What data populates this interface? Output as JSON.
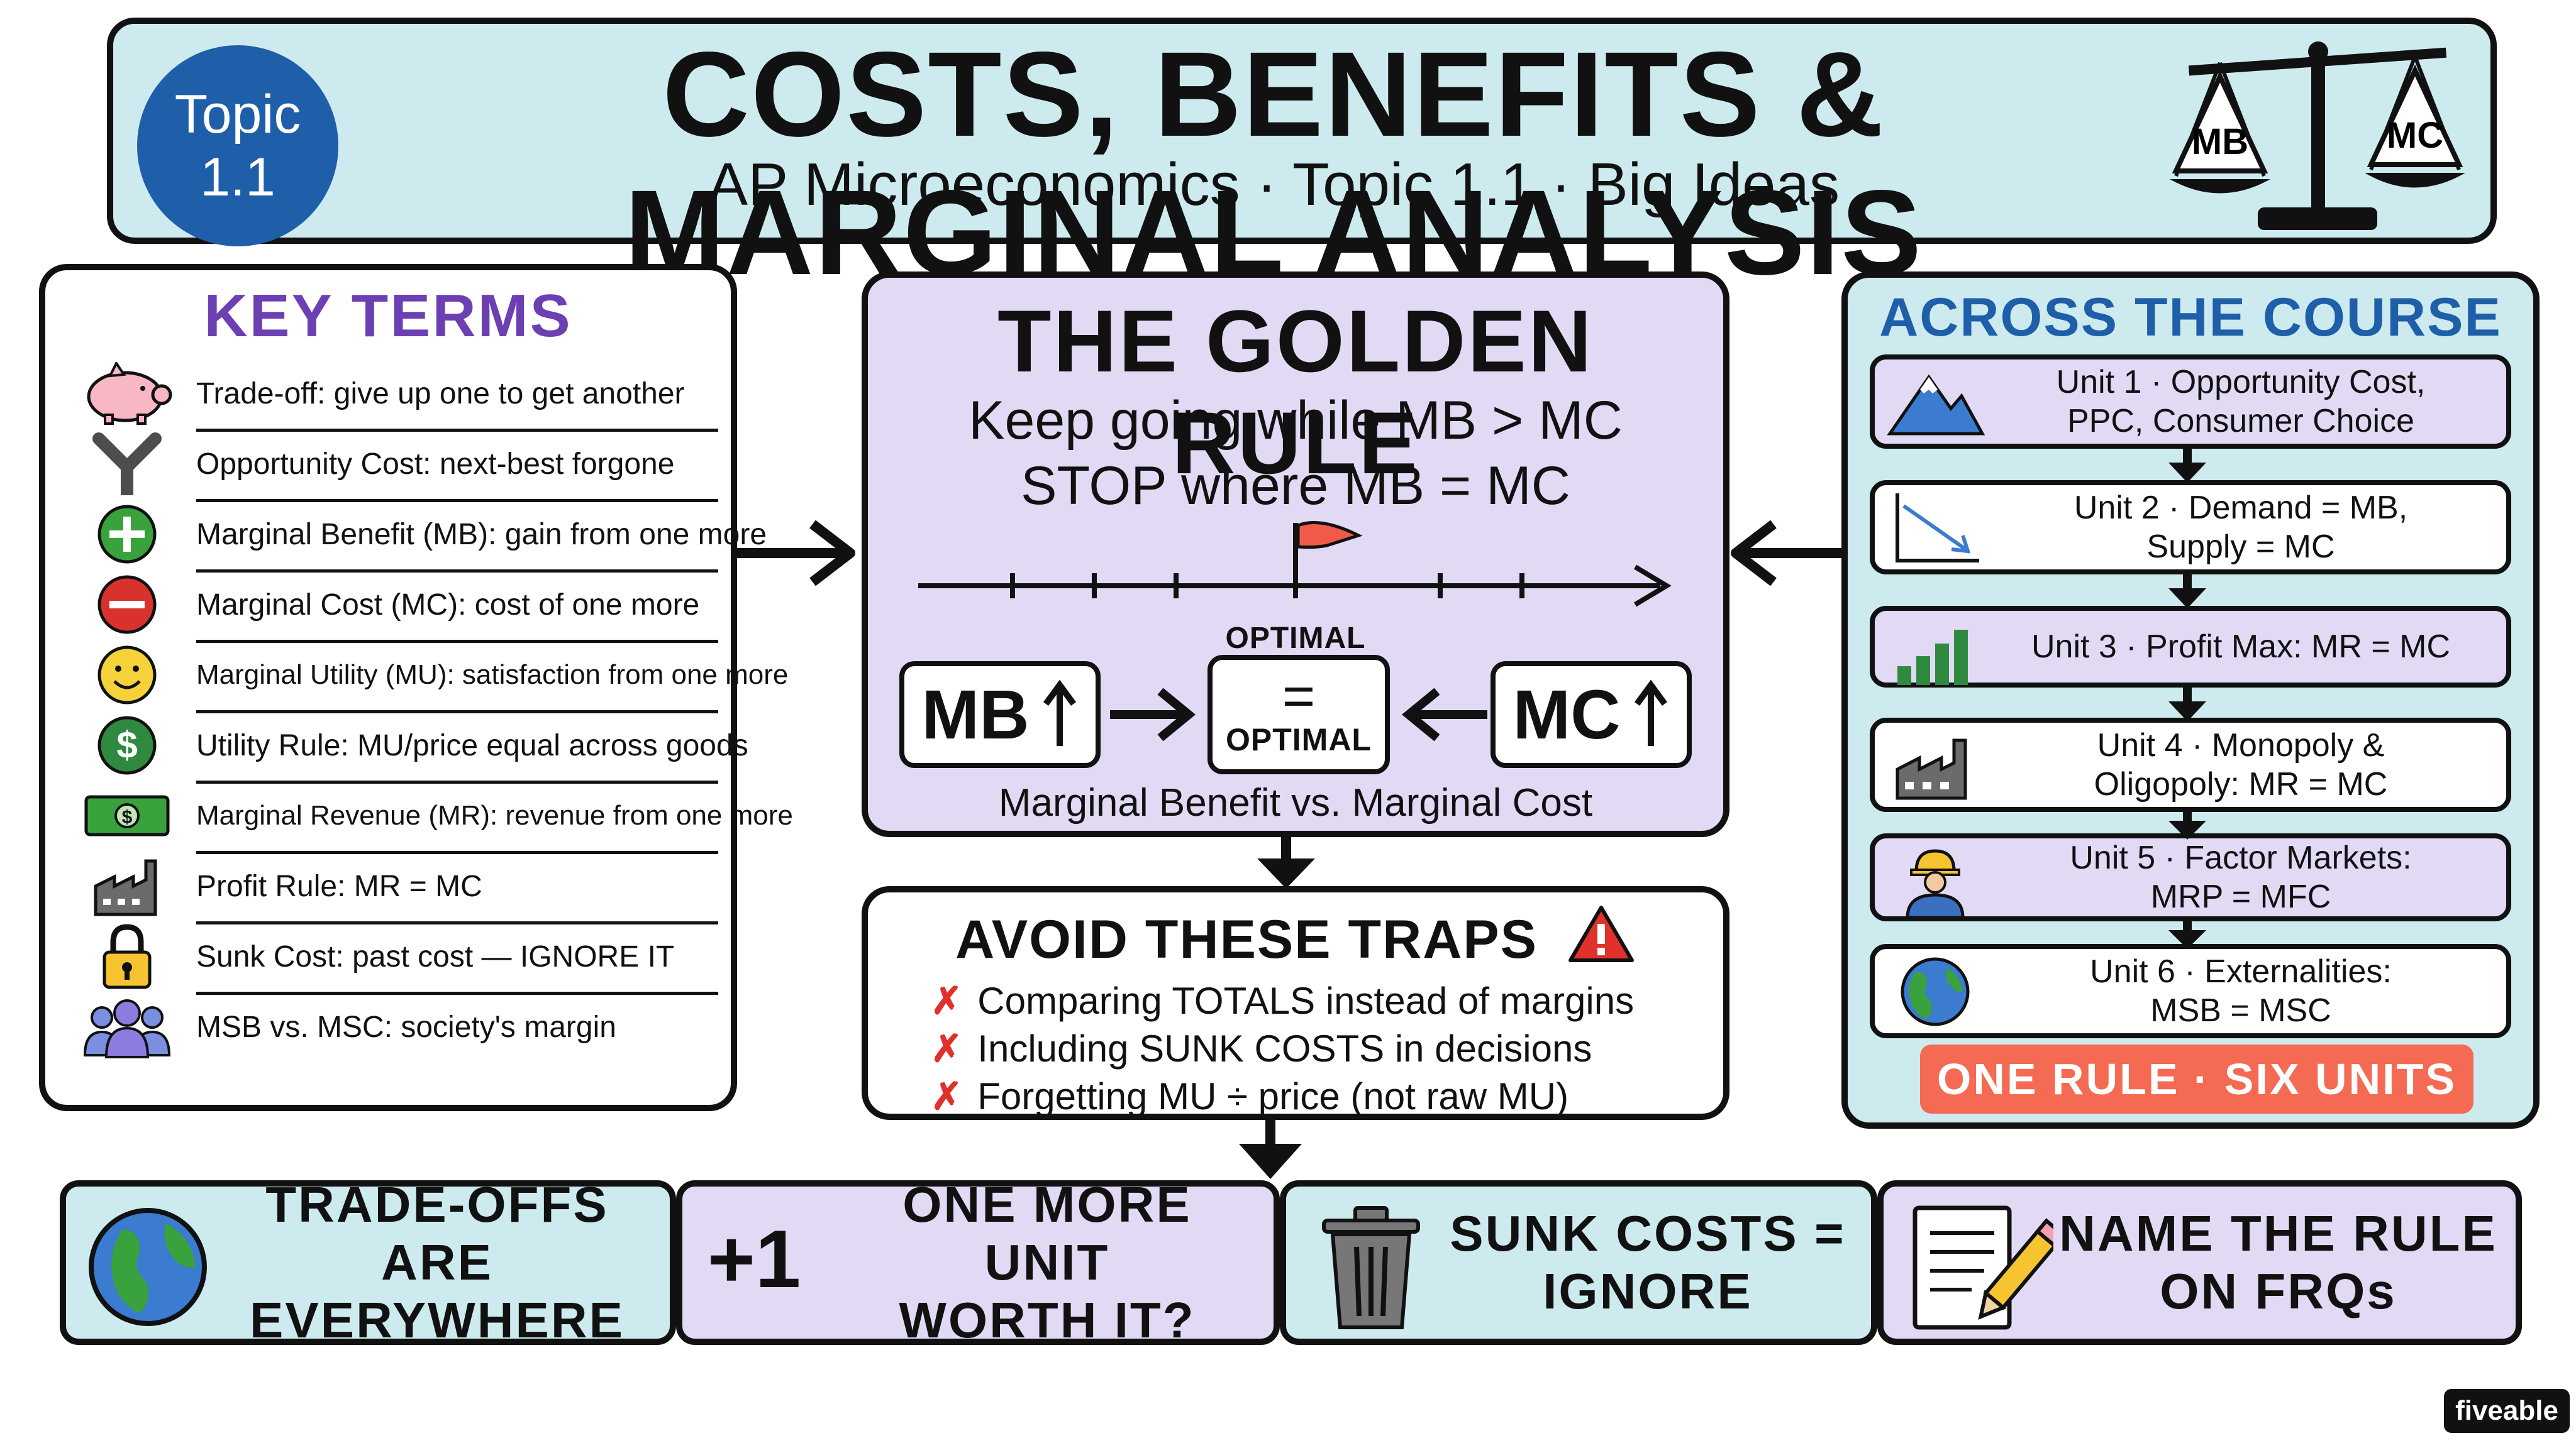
{
  "header": {
    "badge_line1": "Topic",
    "badge_line2": "1.1",
    "title": "COSTS, BENEFITS & MARGINAL ANALYSIS",
    "subtitle": "AP Microeconomics · Topic 1.1 · Big Ideas",
    "scale_left": "MB",
    "scale_right": "MC"
  },
  "key_terms": {
    "title": "KEY TERMS",
    "items": [
      {
        "icon": "piggy-bank-icon",
        "text": "Trade-off: give up one to get another"
      },
      {
        "icon": "fork-road-icon",
        "text": "Opportunity Cost: next-best forgone"
      },
      {
        "icon": "plus-icon",
        "text": "Marginal Benefit (MB): gain from one more"
      },
      {
        "icon": "minus-icon",
        "text": "Marginal Cost (MC): cost of one more"
      },
      {
        "icon": "smiley-icon",
        "text": "Marginal Utility (MU): satisfaction from one more"
      },
      {
        "icon": "dollar-coin-icon",
        "text": "Utility Rule: MU/price equal across goods"
      },
      {
        "icon": "banknote-icon",
        "text": "Marginal Revenue (MR): revenue from one more"
      },
      {
        "icon": "factory-icon",
        "text": "Profit Rule: MR = MC"
      },
      {
        "icon": "padlock-icon",
        "text": "Sunk Cost: past cost — IGNORE IT"
      },
      {
        "icon": "people-icon",
        "text": "MSB vs. MSC: society's margin"
      }
    ]
  },
  "golden_rule": {
    "title": "THE GOLDEN RULE",
    "line1": "Keep going while MB > MC",
    "line2": "STOP where MB = MC",
    "optimal_marker": "OPTIMAL",
    "mb_box": "MB",
    "mc_box": "MC",
    "equals": "=",
    "optimal_box": "OPTIMAL",
    "footer": "Marginal Benefit vs. Marginal Cost"
  },
  "traps": {
    "title": "AVOID THESE TRAPS",
    "items": [
      "Comparing TOTALS instead of margins",
      "Including SUNK COSTS in decisions",
      "Forgetting MU ÷ price (not raw MU)"
    ]
  },
  "across": {
    "title": "ACROSS THE COURSE",
    "units": [
      {
        "icon": "mountain-icon",
        "line1": "Unit 1 · Opportunity Cost,",
        "line2": "PPC, Consumer Choice",
        "color": "#e2daf5"
      },
      {
        "icon": "demand-curve-icon",
        "line1": "Unit 2 · Demand = MB,",
        "line2": "Supply = MC",
        "color": "#ffffff"
      },
      {
        "icon": "bar-growth-icon",
        "line1": "Unit 3 · Profit Max: MR = MC",
        "line2": "",
        "color": "#e2daf5"
      },
      {
        "icon": "factory-icon",
        "line1": "Unit 4 · Monopoly &",
        "line2": "Oligopoly: MR = MC",
        "color": "#ffffff"
      },
      {
        "icon": "worker-icon",
        "line1": "Unit 5 · Factor Markets:",
        "line2": "MRP = MFC",
        "color": "#e2daf5"
      },
      {
        "icon": "globe-icon",
        "line1": "Unit 6 · Externalities:",
        "line2": "MSB = MSC",
        "color": "#ffffff"
      }
    ],
    "banner": "ONE RULE · SIX UNITS"
  },
  "bottom": [
    {
      "icon": "globe-icon",
      "line1": "TRADE-OFFS",
      "line2": "ARE EVERYWHERE"
    },
    {
      "icon": "plus-one-icon",
      "badge": "+1",
      "line1": "ONE MORE UNIT",
      "line2": "WORTH IT?"
    },
    {
      "icon": "trash-can-icon",
      "line1": "SUNK COSTS =",
      "line2": "IGNORE"
    },
    {
      "icon": "notepad-pencil-icon",
      "line1": "NAME THE RULE",
      "line2": "ON FRQs"
    }
  ],
  "brand": "fiveable",
  "colors": {
    "panel_blue": "#cdebef",
    "panel_purple": "#e2daf5",
    "badge_blue": "#1f5ea8",
    "accent_purple": "#6c3fb3",
    "trap_red": "#e0312b",
    "banner_orange": "#f46a52"
  }
}
